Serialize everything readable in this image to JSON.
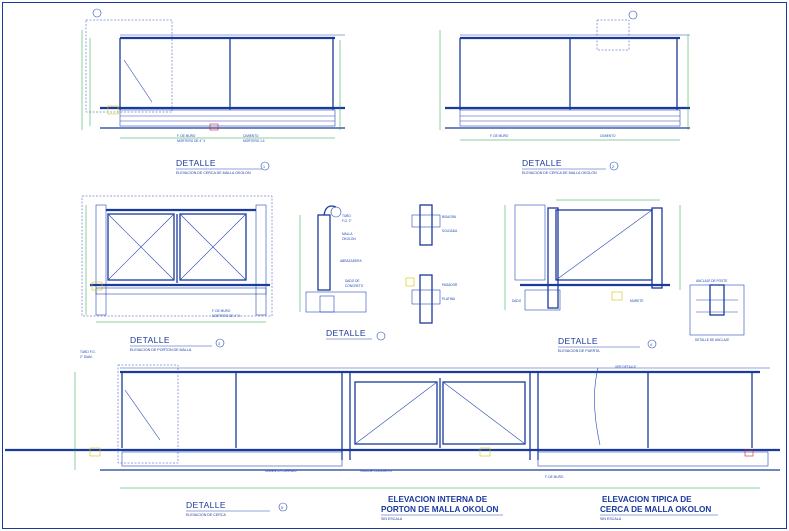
{
  "sheet": {
    "title_block_labels": [
      {
        "id": "d1",
        "title": "DETALLE",
        "number": "1"
      },
      {
        "id": "d2",
        "title": "DETALLE",
        "number": "2"
      },
      {
        "id": "d3",
        "title": "DETALLE",
        "number": "3"
      },
      {
        "id": "d4",
        "title": "DETALLE",
        "number": "4"
      },
      {
        "id": "d5",
        "title": "DETALLE",
        "number": "5"
      },
      {
        "id": "d6",
        "title": "DETALLE",
        "number": ""
      }
    ],
    "elevation_gate": {
      "line1": "ELEVACION INTERNA DE",
      "line2": "PORTON DE MALLA OKOLON"
    },
    "elevation_fence": {
      "line1": "ELEVACION TIPICA DE",
      "line2": "CERCA DE MALLA OKOLON"
    },
    "colors": {
      "ink": "#1a3a9c",
      "dimension": "#1aa03a",
      "highlight": "#d6c400",
      "marker": "#d02020"
    }
  }
}
